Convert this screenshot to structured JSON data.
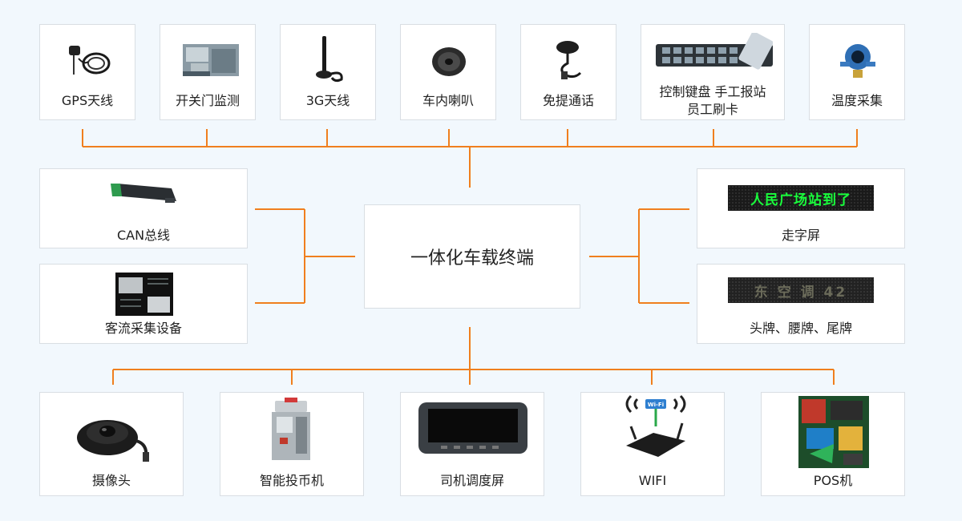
{
  "center": {
    "label": "一体化车载终端"
  },
  "top_devices": [
    {
      "id": "gps-antenna",
      "label": "GPS天线"
    },
    {
      "id": "door-monitor",
      "label": "开关门监测"
    },
    {
      "id": "3g-antenna",
      "label": "3G天线"
    },
    {
      "id": "speaker",
      "label": "车内喇叭"
    },
    {
      "id": "handsfree",
      "label": "免提通话"
    },
    {
      "id": "keyboard",
      "label_line1": "控制键盘 手工报站",
      "label_line2": "员工刷卡"
    },
    {
      "id": "temperature",
      "label": "温度采集"
    }
  ],
  "left_devices": [
    {
      "id": "can-bus",
      "label": "CAN总线"
    },
    {
      "id": "passenger-counter",
      "label": "客流采集设备"
    }
  ],
  "right_devices": [
    {
      "id": "scrolling-display",
      "label": "走字屏",
      "screen_text": "人民广场站到了"
    },
    {
      "id": "route-signs",
      "label": "头牌、腰牌、尾牌",
      "screen_text": "东 空 调 42"
    }
  ],
  "bottom_devices": [
    {
      "id": "camera",
      "label": "摄像头"
    },
    {
      "id": "coin-machine",
      "label": "智能投币机"
    },
    {
      "id": "dispatch-screen",
      "label": "司机调度屏"
    },
    {
      "id": "wifi",
      "label": "WIFI",
      "sign_text": "Wi-Fi"
    },
    {
      "id": "pos",
      "label": "POS机"
    }
  ],
  "colors": {
    "connector": "#f07f1e",
    "background": "#f2f8fd",
    "box_border": "#d9dee3",
    "led_green": "#19ff3c"
  }
}
